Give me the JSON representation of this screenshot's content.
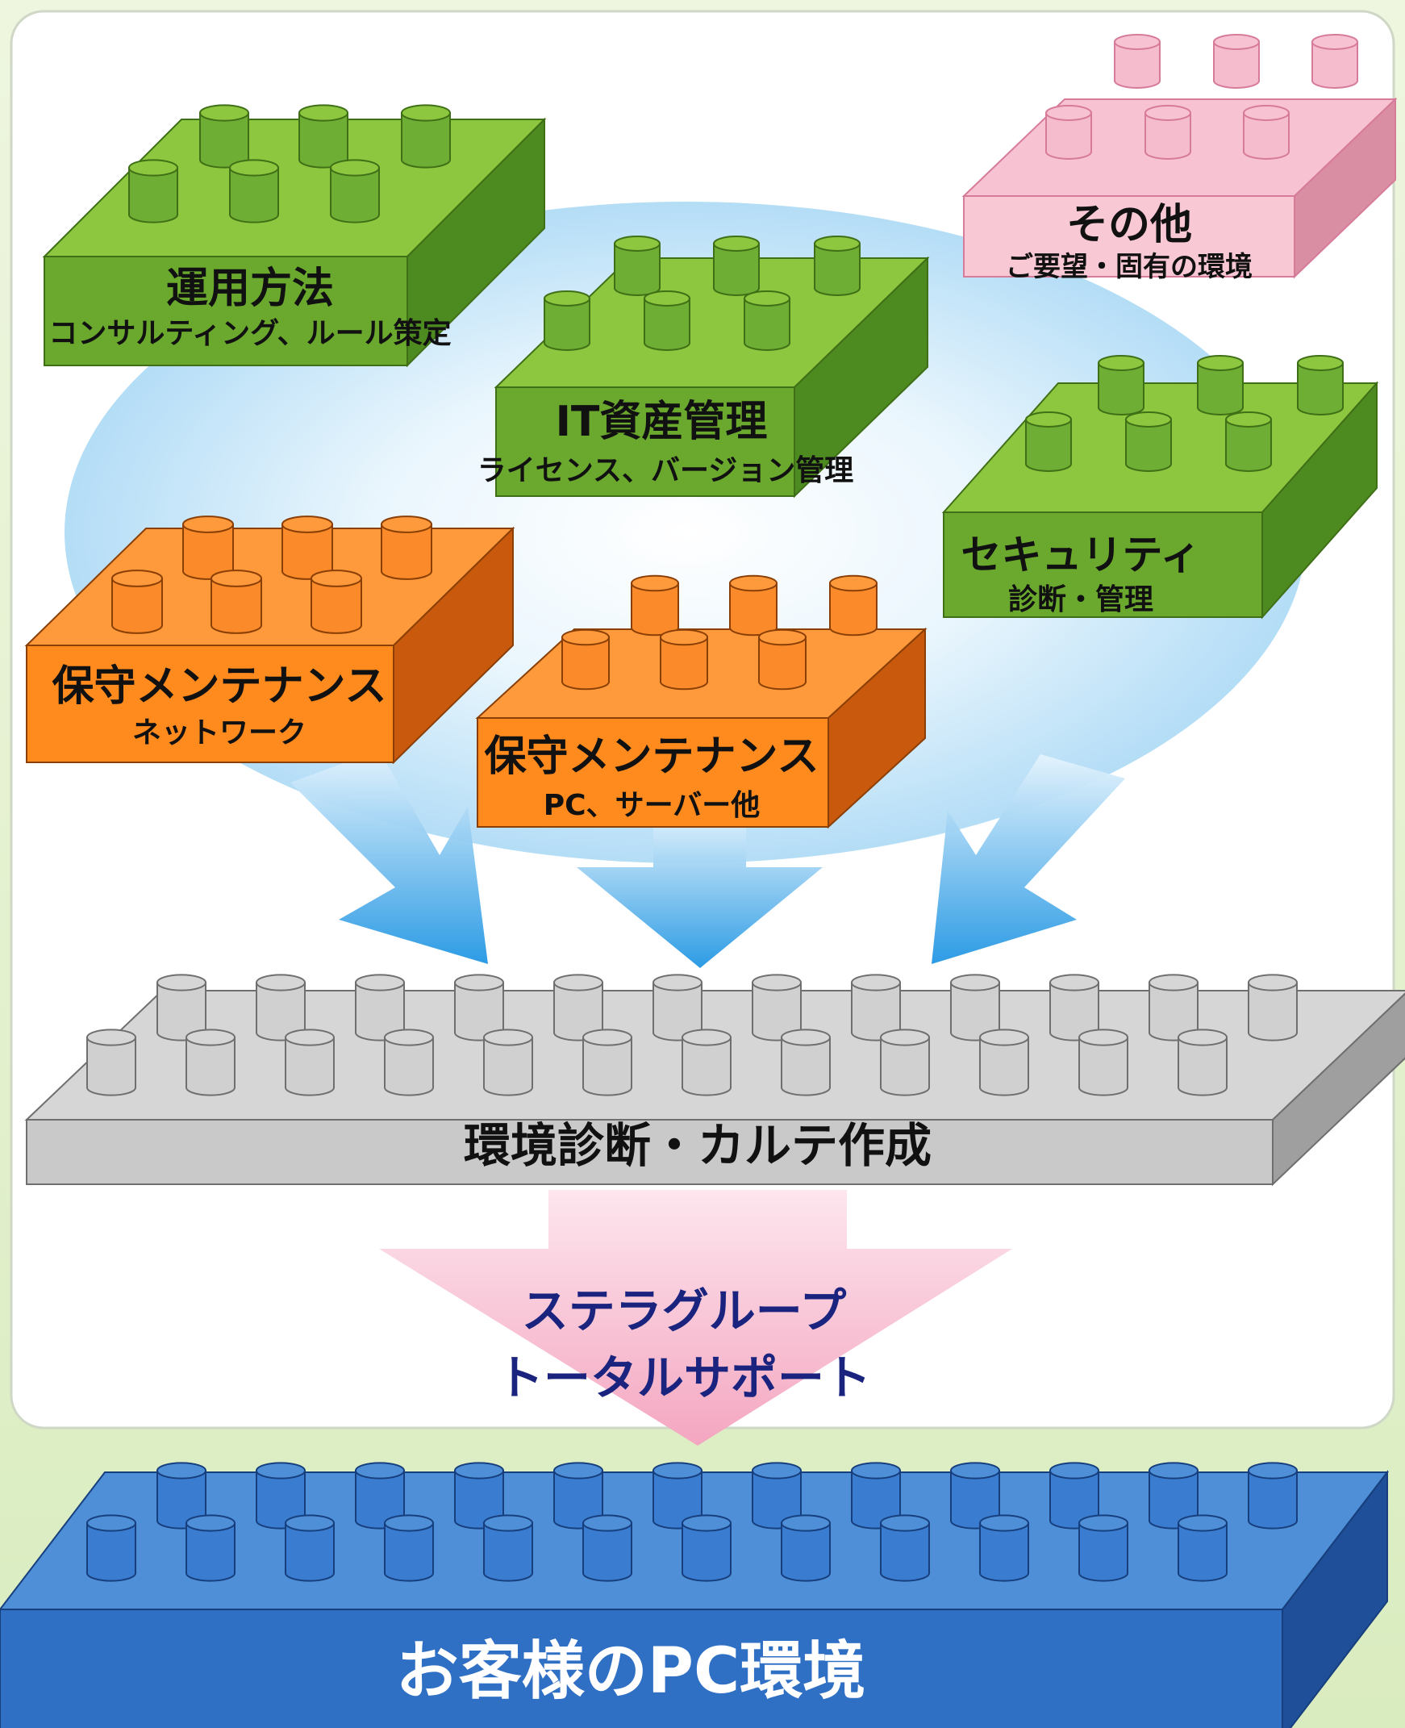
{
  "blocks": {
    "unyo": {
      "title": "運用方法",
      "subtitle": "コンサルティング、ルール策定"
    },
    "it_asset": {
      "title": "IT資産管理",
      "subtitle": "ライセンス、バージョン管理"
    },
    "other": {
      "title": "その他",
      "subtitle": "ご要望・固有の環境"
    },
    "security": {
      "title": "セキュリティ",
      "subtitle": "診断・管理"
    },
    "maint_network": {
      "title": "保守メンテナンス",
      "subtitle": "ネットワーク"
    },
    "maint_pc": {
      "title": "保守メンテナンス",
      "subtitle": "PC、サーバー他"
    }
  },
  "diagnosis_plate": {
    "label": "環境診断・カルテ作成"
  },
  "support_banner": {
    "line1": "ステラグループ",
    "line2": "トータルサポート"
  },
  "base_plate": {
    "label": "お客様のPC環境"
  },
  "colors": {
    "green_top": "#8dc63f",
    "green_front": "#6aa82e",
    "green_side": "#4d8a1f",
    "orange_top": "#ff9a3c",
    "orange_front": "#ff8a1e",
    "orange_side": "#c8590d",
    "pink_top": "#f7c3d2",
    "pink_front": "#f8c8d5",
    "pink_side": "#d98ea3",
    "gray_top": "#d6d6d6",
    "gray_front": "#c9c9c9",
    "gray_side": "#9f9f9f",
    "blue_top": "#4f8fd8",
    "blue_front": "#2f6fc4",
    "blue_side": "#1f4f98",
    "arrow_blue": "#3aa4e6",
    "arrow_pink": "#f7b3c9",
    "text_navy": "#1a237e"
  }
}
